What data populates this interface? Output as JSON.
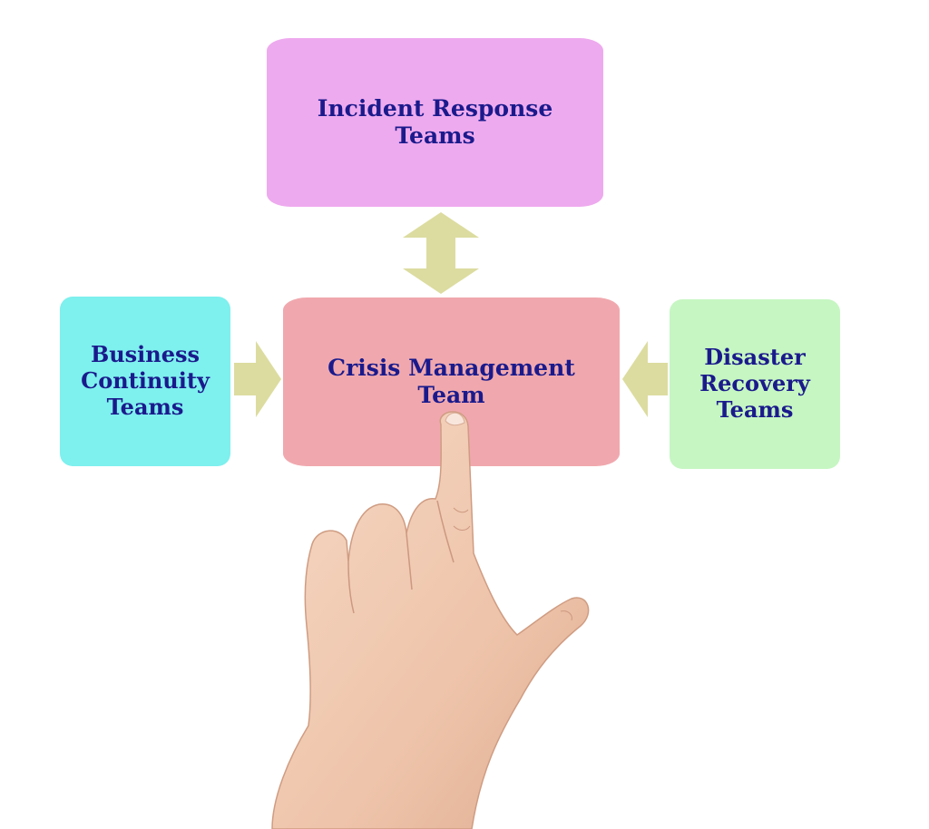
{
  "diagram": {
    "nodes": {
      "incident": {
        "label": "Incident Response Teams",
        "color": "#eeaaee"
      },
      "crisis": {
        "label": "Crisis Management Team",
        "color": "#f0a8ae"
      },
      "business": {
        "label": "Business\nContinuity\nTeams",
        "color": "#7ef0ee"
      },
      "disaster": {
        "label": "Disaster\nRecovery\nTeams",
        "color": "#c6f6c2"
      }
    },
    "edges": [
      {
        "from": "incident",
        "to": "crisis",
        "direction": "both"
      },
      {
        "from": "business",
        "to": "crisis",
        "direction": "forward"
      },
      {
        "from": "disaster",
        "to": "crisis",
        "direction": "forward"
      }
    ],
    "text_color": "#1a1a8c",
    "arrow_color": "#dcdca0",
    "pointer": "pointing-hand-image"
  }
}
